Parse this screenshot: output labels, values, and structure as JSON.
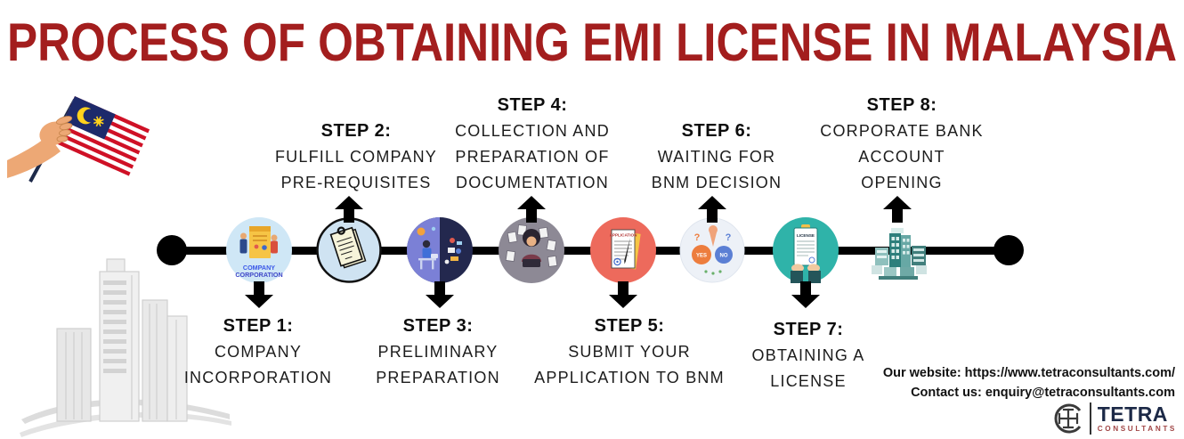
{
  "title": "PROCESS OF OBTAINING EMI LICENSE IN MALAYSIA",
  "colors": {
    "title_red": "#A31E1E",
    "timeline_black": "#000000",
    "logo_navy": "#1C2947",
    "logo_red": "#A04545",
    "flag_red": "#CF1126",
    "flag_navy": "#1D2A6B",
    "flag_yellow": "#FFD21C"
  },
  "steps": [
    {
      "label": "STEP 1:",
      "lines": [
        "COMPANY",
        "INCORPORATION"
      ],
      "side": "below",
      "icon": "company-incorporation-illustration",
      "icon_text": [
        "COMPANY",
        "CORPORATION"
      ]
    },
    {
      "label": "STEP 2:",
      "lines": [
        "FULFILL COMPANY",
        "PRE-REQUISITES"
      ],
      "side": "above",
      "icon": "document-checklist-illustration"
    },
    {
      "label": "STEP 3:",
      "lines": [
        "PRELIMINARY",
        "PREPARATION"
      ],
      "side": "below",
      "icon": "workspace-preparation-illustration"
    },
    {
      "label": "STEP 4:",
      "lines": [
        "COLLECTION AND",
        "PREPARATION OF",
        "DOCUMENTATION"
      ],
      "side": "above",
      "icon": "person-collecting-documents-illustration"
    },
    {
      "label": "STEP 5:",
      "lines": [
        "SUBMIT YOUR",
        "APPLICATION TO BNM"
      ],
      "side": "below",
      "icon": "application-form-illustration",
      "icon_text": [
        "APPLICATION"
      ]
    },
    {
      "label": "STEP 6:",
      "lines": [
        "WAITING FOR",
        "BNM DECISION"
      ],
      "side": "above",
      "icon": "yes-no-decision-illustration",
      "icon_text": [
        "YES",
        "NO"
      ],
      "icon_marks": [
        "?",
        "?"
      ]
    },
    {
      "label": "STEP 7:",
      "lines": [
        "OBTAINING A",
        "LICENSE"
      ],
      "side": "below",
      "icon": "license-clipboard-illustration",
      "icon_text": [
        "LICENSE"
      ]
    },
    {
      "label": "STEP 8:",
      "lines": [
        "CORPORATE BANK",
        "ACCOUNT",
        "OPENING"
      ],
      "side": "above",
      "icon": "corporate-buildings-illustration"
    }
  ],
  "footer": {
    "website_line": "Our website: https://www.tetraconsultants.com/",
    "contact_line": "Contact us: enquiry@tetraconsultants.com"
  },
  "logo": {
    "brand": "TETRA",
    "sub": "CONSULTANTS"
  }
}
